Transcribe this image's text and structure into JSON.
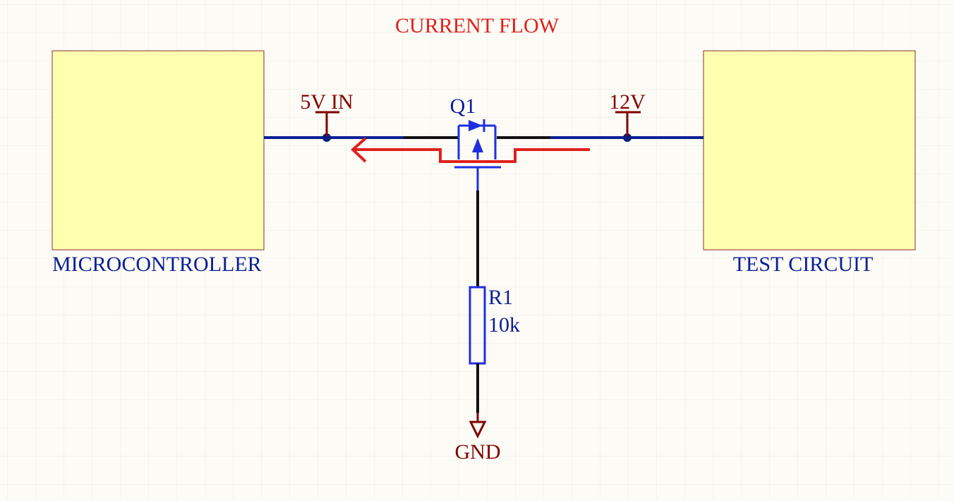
{
  "title": "CURRENT FLOW",
  "blocks": {
    "left": {
      "label": "MICROCONTROLLER"
    },
    "right": {
      "label": "TEST CIRCUIT"
    }
  },
  "nets": {
    "low_side": "5V IN",
    "high_side": "12V",
    "ground": "GND"
  },
  "transistor": {
    "designator": "Q1"
  },
  "resistor": {
    "designator": "R1",
    "value": "10k"
  },
  "colors": {
    "background": "#fcfbf6",
    "grid": "#ecebe3",
    "block_fill": "#ffffb0",
    "block_border": "#8b2c2c",
    "wire": "#0a1e96",
    "component": "#1f2fe0",
    "power_port": "#800000",
    "annotation": "#e0201c",
    "junction": "#0a1e7a"
  }
}
